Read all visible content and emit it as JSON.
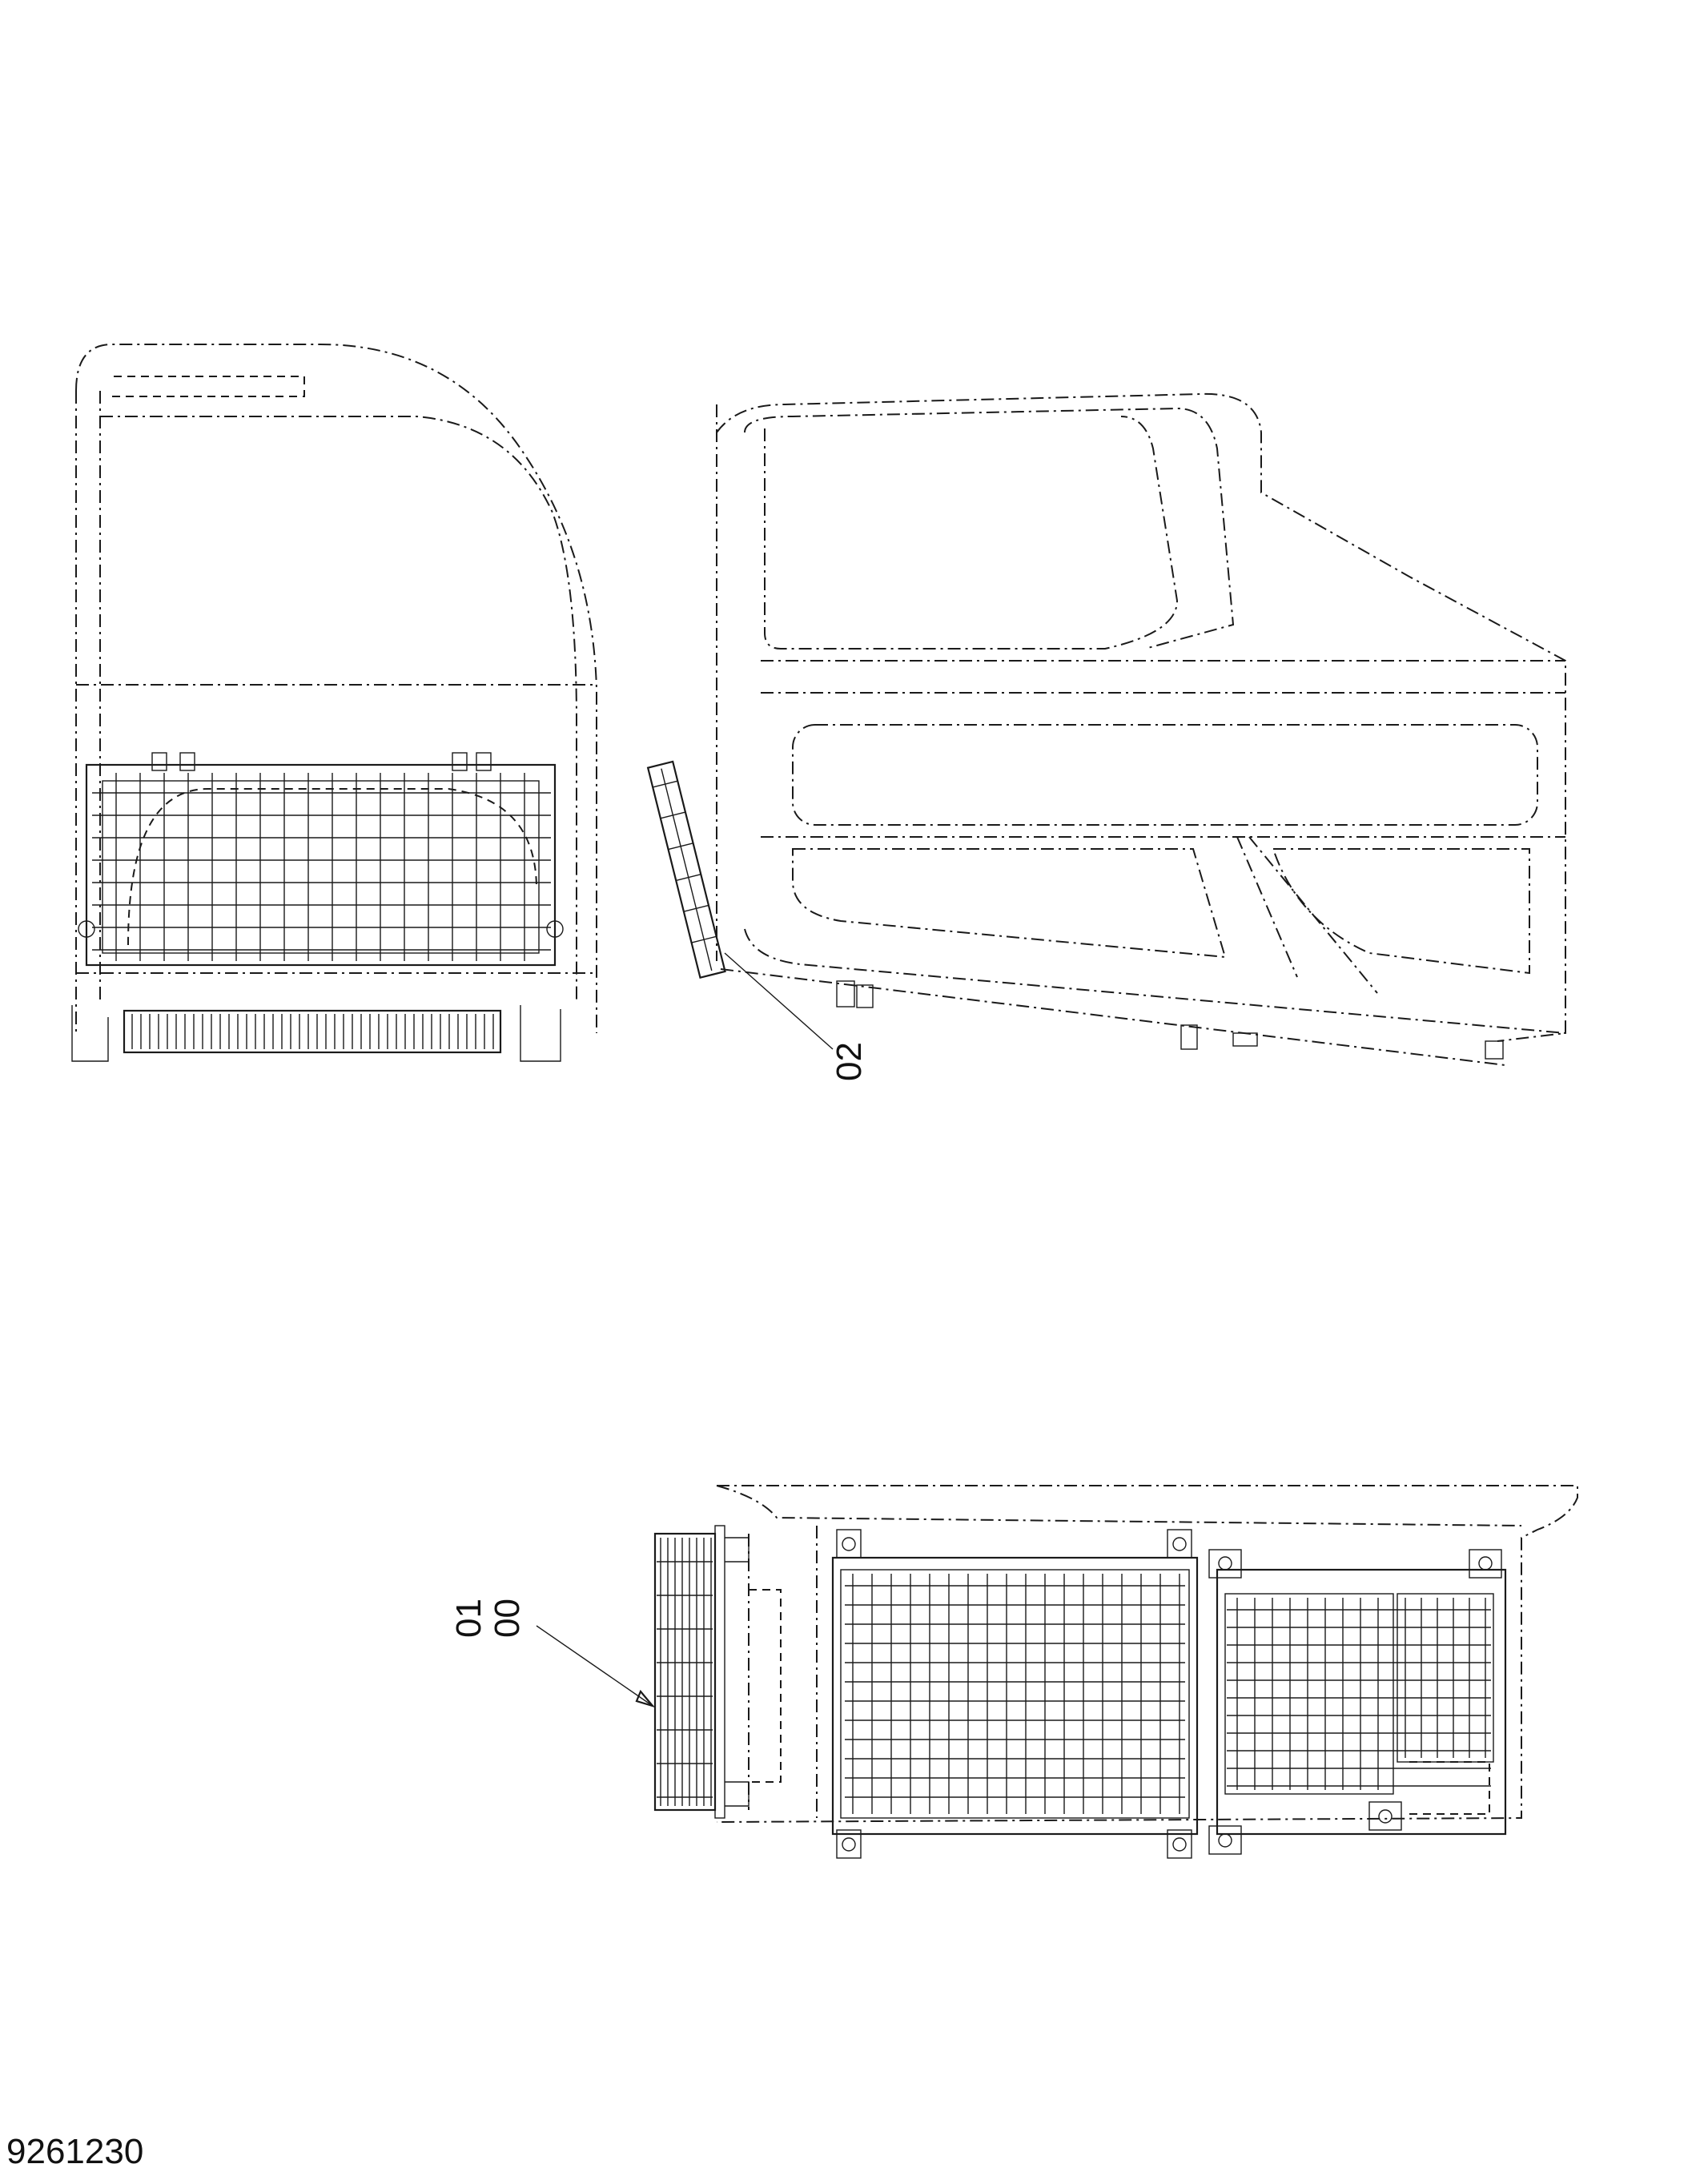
{
  "drawing_number": "9261230",
  "callouts": {
    "part_02": "02",
    "part_01": "01",
    "part_00": "00"
  }
}
